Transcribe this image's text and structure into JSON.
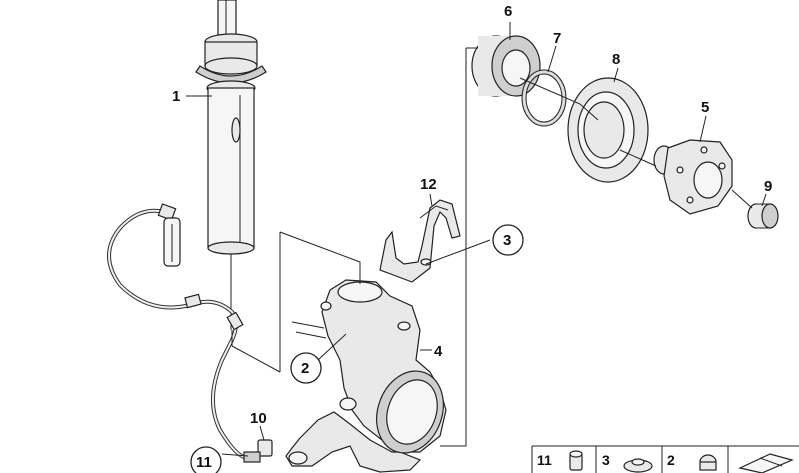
{
  "parts": {
    "p1": "1",
    "p4": "4",
    "p5": "5",
    "p6": "6",
    "p7": "7",
    "p8": "8",
    "p9": "9",
    "p10": "10",
    "p11": "11",
    "p12": "12"
  },
  "callouts": {
    "c2": "2",
    "c3": "3",
    "c11": "11"
  },
  "legend": {
    "item11": "11",
    "item3": "3",
    "item2": "2"
  }
}
